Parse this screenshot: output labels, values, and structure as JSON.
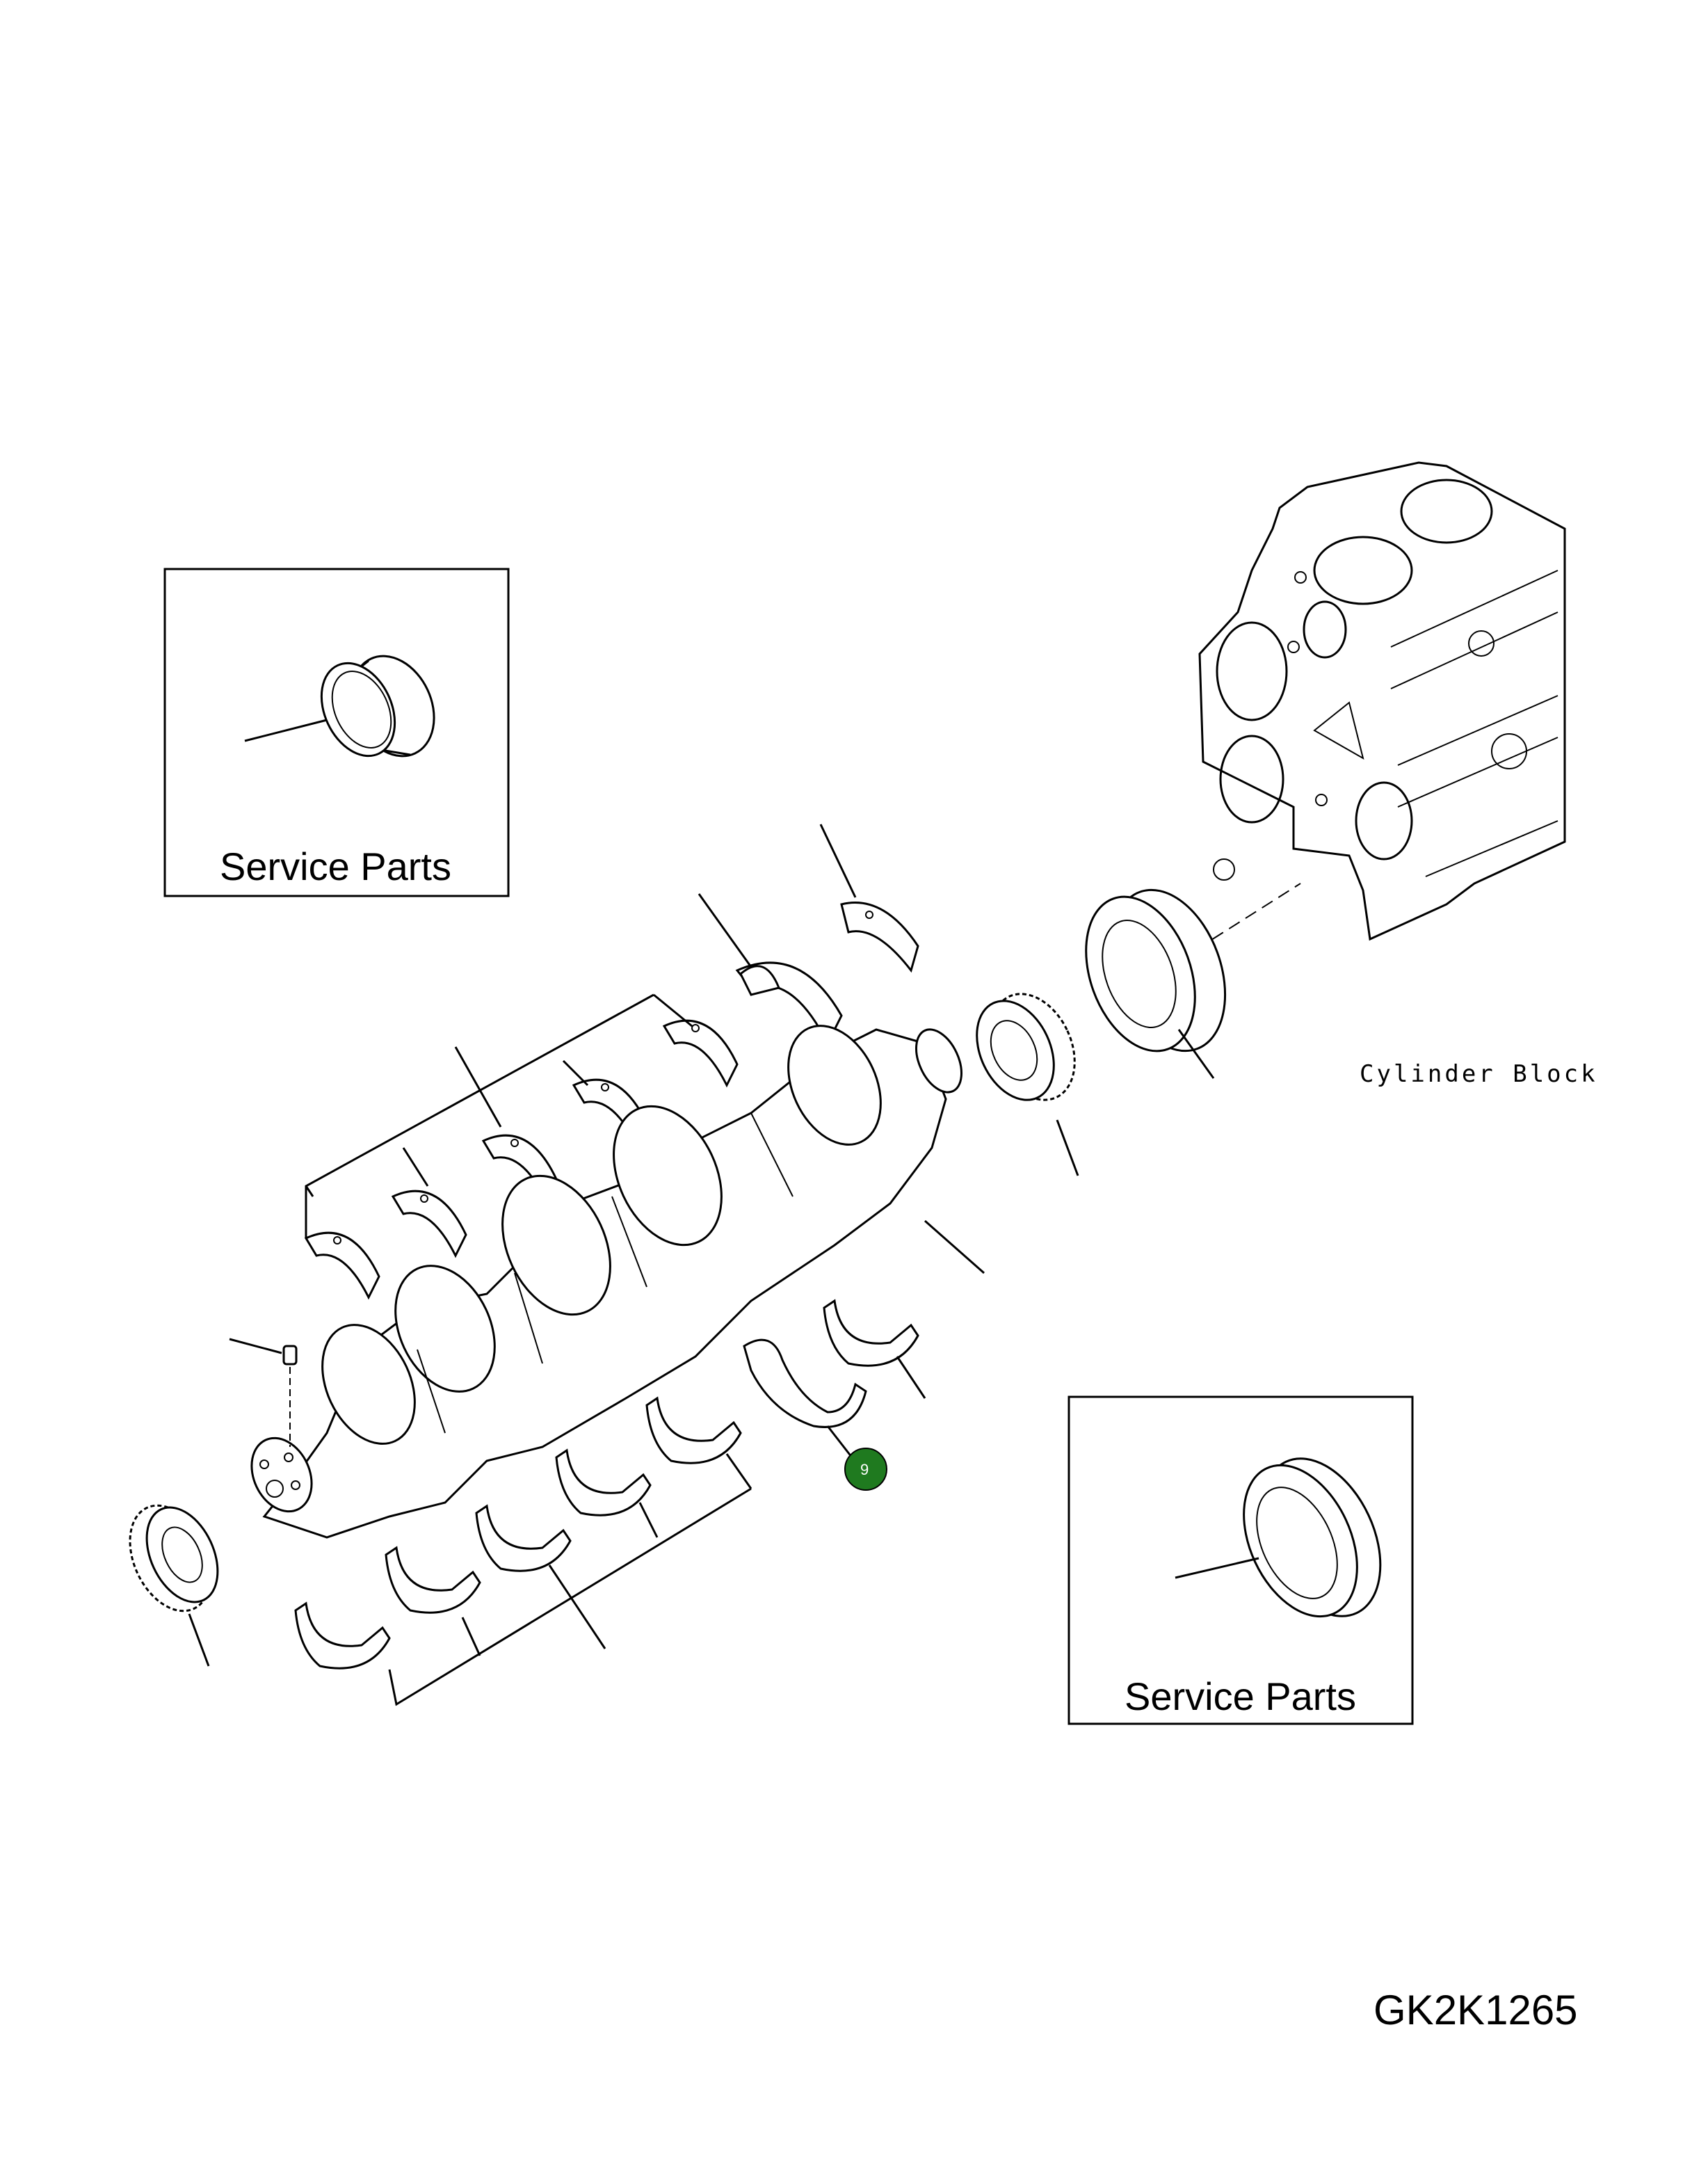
{
  "diagram": {
    "service_box_top_label": "Service Parts",
    "service_box_bottom_label": "Service Parts",
    "block_label": "Cylinder Block",
    "drawing_code": "GK2K1265",
    "callouts": [
      {
        "number": "9",
        "color": "#1f7a1f"
      }
    ]
  }
}
